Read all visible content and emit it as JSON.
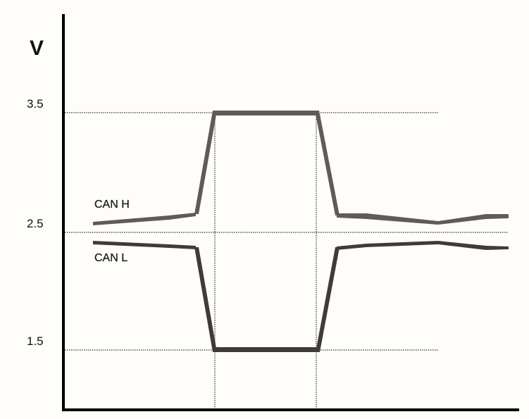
{
  "chart_data": {
    "type": "line",
    "title": "",
    "xlabel": "",
    "ylabel": "V",
    "yticks": [
      "3.5",
      "2.5",
      "1.5"
    ],
    "grid": "dotted reference lines at 3.5, 2.5, 1.5 V and at the two transition edges",
    "series": [
      {
        "name": "CAN H",
        "color": "#625a55",
        "points": [
          [
            0,
            2.54
          ],
          [
            0.25,
            2.6
          ],
          [
            0.27,
            2.6
          ],
          [
            0.3,
            3.5
          ],
          [
            0.55,
            3.5
          ],
          [
            0.58,
            2.6
          ],
          [
            0.6,
            2.6
          ],
          [
            0.85,
            2.54
          ],
          [
            1.0,
            2.6
          ]
        ]
      },
      {
        "name": "CAN L",
        "color": "#3f3b35",
        "points": [
          [
            0,
            2.46
          ],
          [
            0.25,
            2.4
          ],
          [
            0.27,
            2.4
          ],
          [
            0.3,
            1.5
          ],
          [
            0.55,
            1.5
          ],
          [
            0.58,
            2.4
          ],
          [
            0.6,
            2.4
          ],
          [
            0.85,
            2.46
          ],
          [
            1.0,
            2.4
          ]
        ]
      }
    ],
    "annotations": [
      "CAN H",
      "CAN L"
    ]
  },
  "axis": {
    "y_label": "V",
    "ticks": {
      "high": "3.5",
      "mid": "2.5",
      "low": "1.5"
    }
  },
  "signals": {
    "can_h": "CAN H",
    "can_l": "CAN L"
  }
}
